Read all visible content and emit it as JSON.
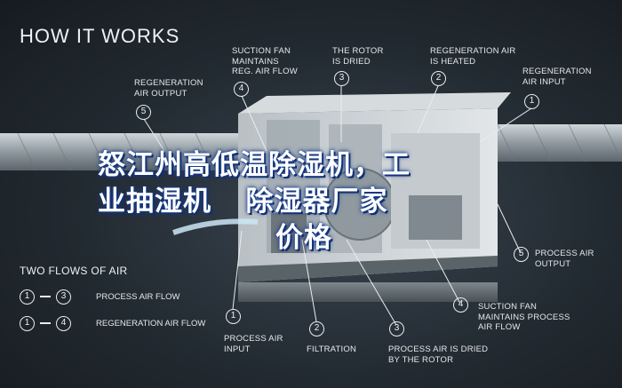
{
  "heading": "HOW IT WORKS",
  "callouts": [
    {
      "num": "5",
      "text": [
        "REGENERATION",
        "AIR OUTPUT"
      ]
    },
    {
      "num": "4",
      "text": [
        "SUCTION FAN",
        "MAINTAINS",
        "REG. AIR FLOW"
      ]
    },
    {
      "num": "3",
      "text": [
        "THE ROTOR",
        "IS DRIED"
      ]
    },
    {
      "num": "2",
      "text": [
        "REGENERATION AIR",
        "IS HEATED"
      ]
    },
    {
      "num": "1",
      "text": [
        "REGENERATION",
        "AIR INPUT"
      ]
    },
    {
      "num": "5",
      "text": [
        "PROCESS AIR",
        "OUTPUT"
      ]
    },
    {
      "num": "4",
      "text": [
        "SUCTION FAN",
        "MAINTAINS PROCESS",
        "AIR FLOW"
      ]
    },
    {
      "num": "1",
      "text": [
        "PROCESS AIR",
        "INPUT"
      ]
    },
    {
      "num": "2",
      "text": [
        "FILTRATION"
      ]
    },
    {
      "num": "3",
      "text": [
        "PROCESS AIR IS DRIED",
        "BY THE ROTOR"
      ]
    }
  ],
  "legend": {
    "title": "TWO FLOWS OF AIR",
    "rows": [
      {
        "from": "1",
        "to": "3",
        "label": "PROCESS AIR FLOW"
      },
      {
        "from": "1",
        "to": "4",
        "label": "REGENERATION AIR FLOW"
      }
    ]
  },
  "overlay_title": [
    "怒江州高低温除湿机，工",
    "业抽湿机    除湿器厂家",
    "价格"
  ],
  "colors": {
    "background": "#222a31",
    "text": "#e8ecef",
    "overlay_glow": "#1a3d8a",
    "duct": "#9aa4ab",
    "unit": "#c9cfd3"
  }
}
